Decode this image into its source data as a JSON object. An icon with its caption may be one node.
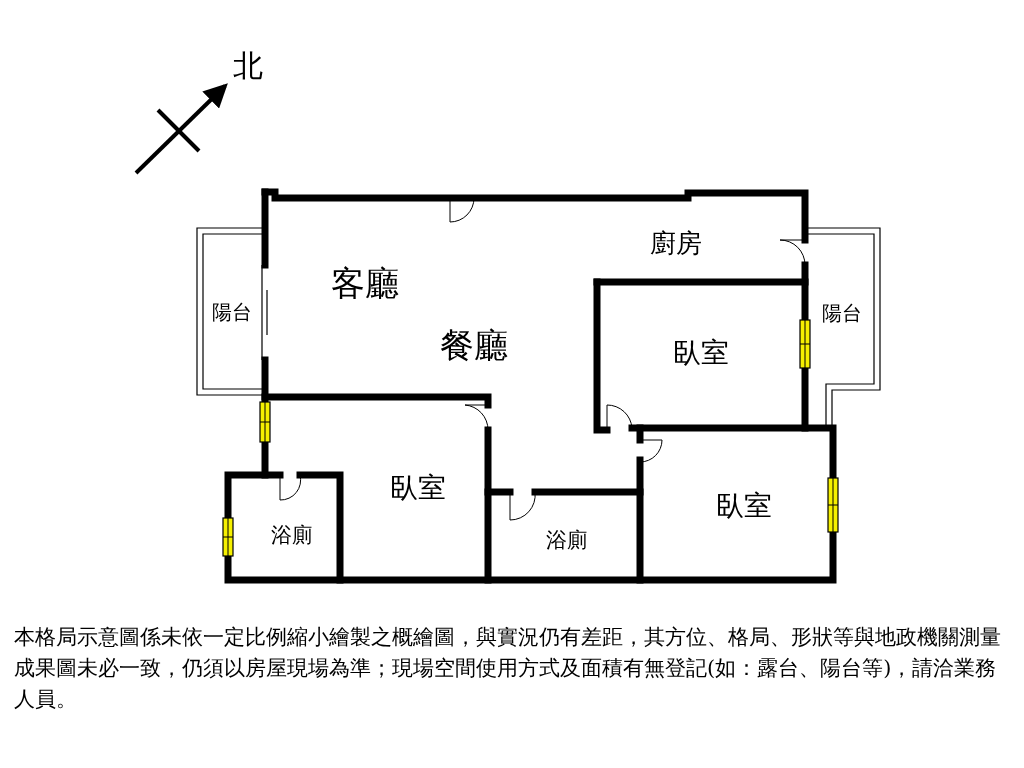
{
  "diagram": {
    "caption": "本格局示意圖係未依一定比例縮小繪製之概繪圖，與實況仍有差距，其方位、格局、形狀等與地政機關測量成果圖未必一致，仍須以房屋現場為準；現場空間使用方式及面積有無登記(如：露台、陽台等)，請洽業務人員。",
    "labels": [
      "北",
      "廚房",
      "客廳",
      "陽台",
      "陽台",
      "餐廳",
      "臥室",
      "臥室",
      "臥室",
      "浴廁",
      "浴廁"
    ]
  }
}
